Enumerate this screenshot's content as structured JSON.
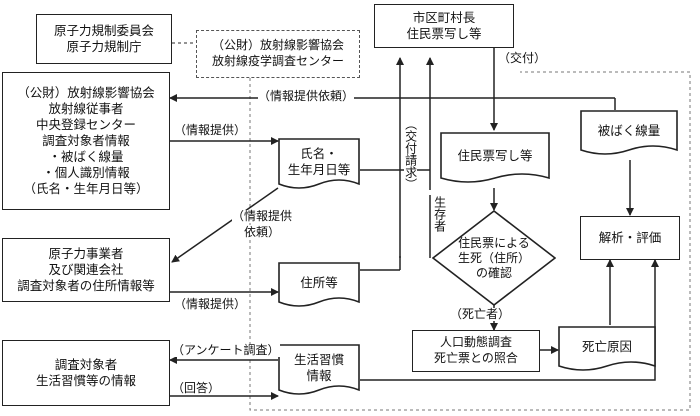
{
  "nodes": {
    "nra": [
      "原子力規制委員会",
      "原子力規制庁"
    ],
    "rerf": [
      "（公財）放射線影響協会",
      "放射線疫学調査センター"
    ],
    "municipality": [
      "市区町村長",
      "住民票写し等"
    ],
    "registry": [
      "（公財）放射線影響協会",
      "放射線従事者",
      "中央登録センター",
      "調査対象者情報",
      "・被ばく線量",
      "・個人識別情報",
      "（氏名・生年月日等）"
    ],
    "name_dob": [
      "氏名・",
      "生年月日等"
    ],
    "resident_copy": [
      "住民票写し等"
    ],
    "dose": [
      "被ばく線量"
    ],
    "analysis": [
      "解析・評価"
    ],
    "operators": [
      "原子力事業者",
      "及び関連会社",
      "調査対象者の住所情報等"
    ],
    "address": [
      "住所等"
    ],
    "vital": [
      "住民票による",
      "生死（住所）",
      "の確認"
    ],
    "dynamics": [
      "人口動態調査",
      "死亡票との照合"
    ],
    "cause": [
      "死亡原因"
    ],
    "subjects": [
      "調査対象者",
      "生活習慣等の情報"
    ],
    "lifestyle": [
      "生活習慣",
      "情報"
    ]
  },
  "labels": {
    "issue": "（交付）",
    "info_request": "（情報提供依頼）",
    "info_provide_1": "（情報提供）",
    "info_request_2a": "（情報提供",
    "info_request_2b": "依頼）",
    "info_provide_2": "（情報提供）",
    "issue_request": "（交付請求）",
    "alive": "生存者",
    "dead": "（死亡者）",
    "questionnaire": "（アンケート調査）",
    "answer": "（回答）"
  }
}
